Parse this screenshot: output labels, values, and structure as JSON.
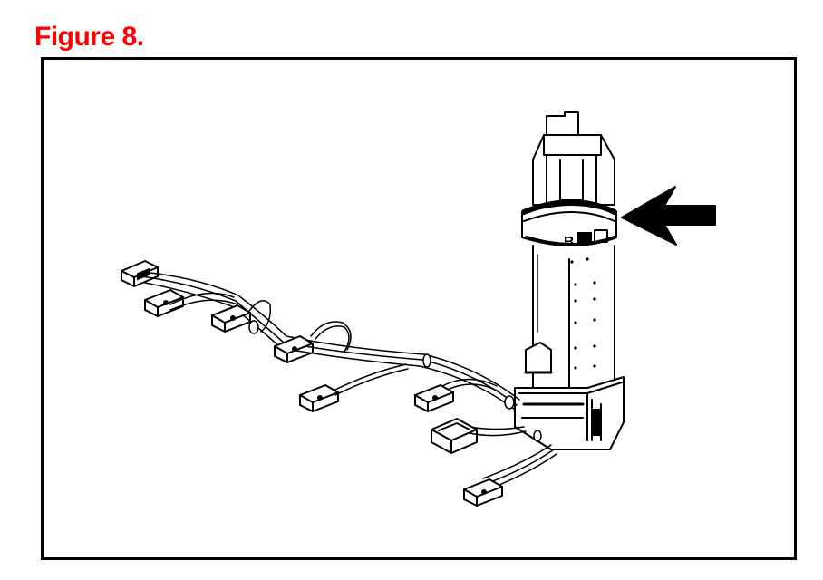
{
  "figure": {
    "title": "Figure 8.",
    "title_color": "#ff0000"
  },
  "illustration": {
    "subject": "wire-harness-with-connector-housing",
    "callout": "arrow-left-icon",
    "housing_marking": "B"
  }
}
